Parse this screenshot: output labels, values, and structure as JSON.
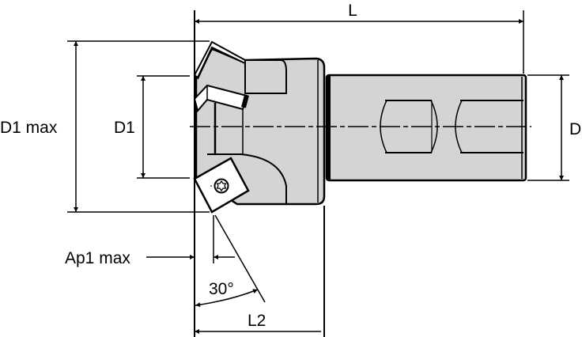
{
  "drawing": {
    "title": "Milling cutter dimension drawing",
    "colors": {
      "body_fill": "#d4d4d4",
      "line": "#000000",
      "background": "#ffffff",
      "insert_fill": "#ffffff"
    },
    "labels": {
      "overall_length": "L",
      "max_cutting_diameter": "D1 max",
      "cutting_diameter": "D1",
      "shank_diameter": "D",
      "max_depth_of_cut": "Ap1 max",
      "lead_angle": "30°",
      "head_length": "L2"
    }
  }
}
